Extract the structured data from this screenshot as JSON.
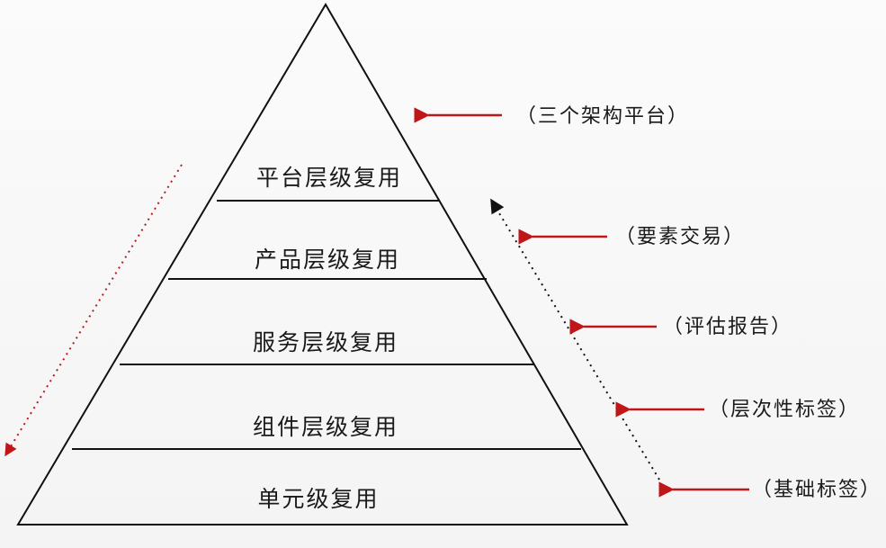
{
  "layers": [
    "平台层级复用",
    "产品层级复用",
    "服务层级复用",
    "组件层级复用",
    "单元级复用"
  ],
  "notes": [
    "（三个架构平台）",
    "（要素交易）",
    "（评估报告）",
    "（层次性标签）",
    "（基础标签）"
  ],
  "colors": {
    "outline": "#111111",
    "note_arrow": "#c0161a",
    "left_dotted_arrow": "#c0161a",
    "right_dotted_arrow": "#111111"
  }
}
